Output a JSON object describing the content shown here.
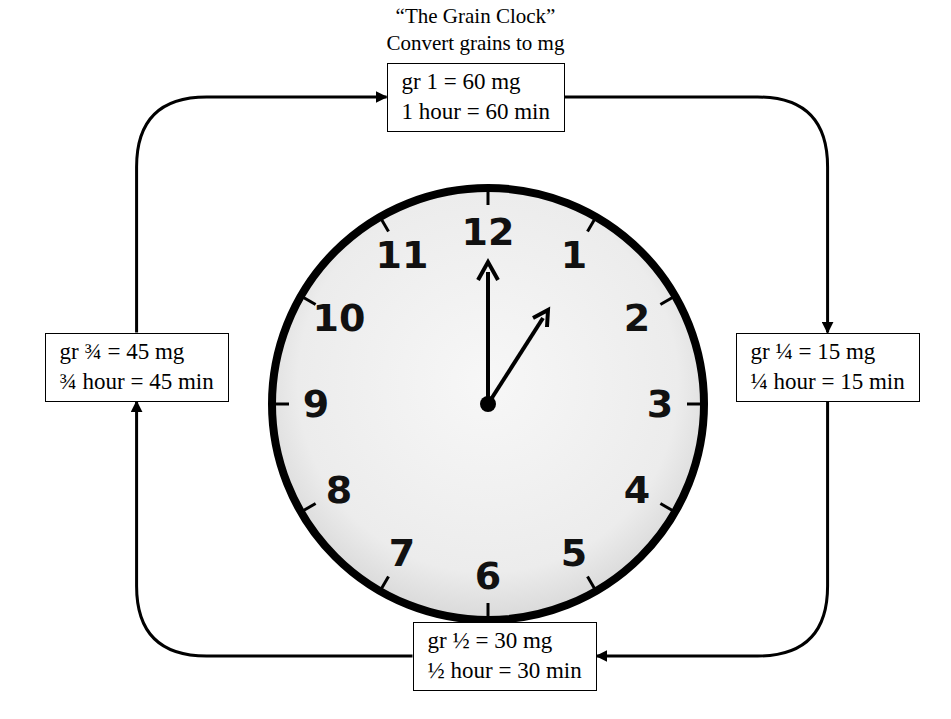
{
  "diagram": {
    "title": "“The Grain Clock”",
    "nodes": [
      {
        "text": [
          "gr 1 = 60 mg",
          "1 hour = 60 min"
        ]
      },
      {
        "text": [
          "gr ¼ = 15 mg",
          "¼ hour = 15 min"
        ]
      },
      {
        "text": [
          "gr ½ = 30 mg",
          "½ hour = 30 min"
        ]
      },
      {
        "text": [
          "gr ¾ = 45 mg",
          "¾ hour = 45 min"
        ]
      }
    ],
    "edges": [
      {
        "from": 0,
        "to": 1,
        "arrow": "to"
      },
      {
        "from": 1,
        "to": 2,
        "arrow": "to"
      },
      {
        "from": 2,
        "to": 3,
        "arrow": "to"
      },
      {
        "from": 3,
        "to": 0,
        "arrow": "to"
      }
    ],
    "labels": [
      "Convert grains to mg",
      "12",
      "1",
      "2",
      "3",
      "4",
      "5",
      "6",
      "7",
      "8",
      "9",
      "10",
      "11"
    ]
  }
}
